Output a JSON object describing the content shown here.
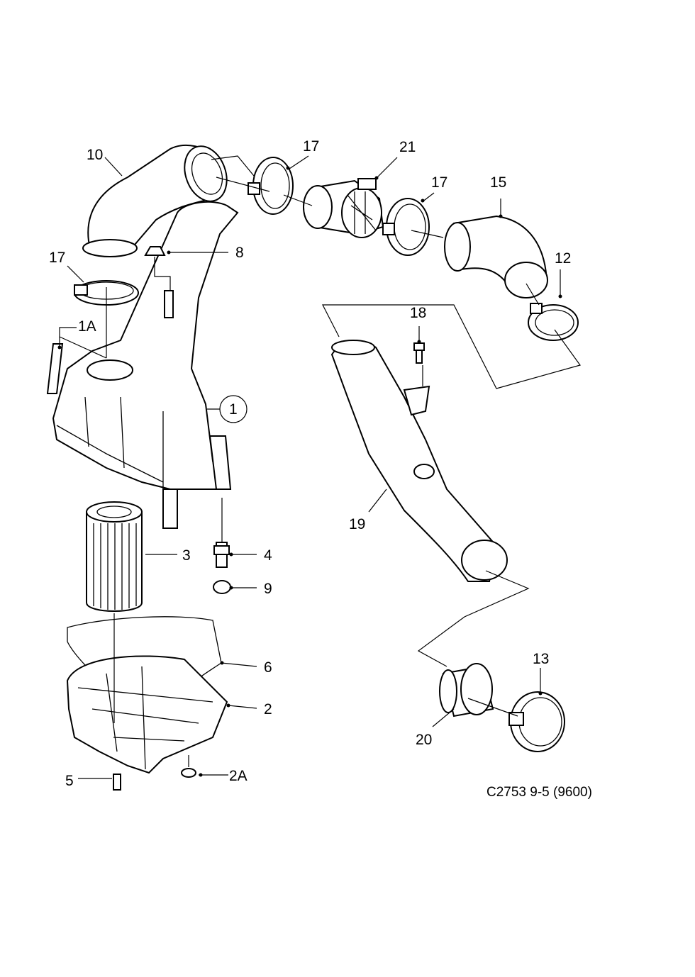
{
  "diagram": {
    "caption": "C2753 9-5 (9600)",
    "callouts": [
      {
        "id": "10",
        "label": "10"
      },
      {
        "id": "17a",
        "label": "17"
      },
      {
        "id": "21",
        "label": "21"
      },
      {
        "id": "17b",
        "label": "17"
      },
      {
        "id": "15",
        "label": "15"
      },
      {
        "id": "8",
        "label": "8"
      },
      {
        "id": "12",
        "label": "12"
      },
      {
        "id": "17c",
        "label": "17"
      },
      {
        "id": "1A",
        "label": "1A"
      },
      {
        "id": "18",
        "label": "18"
      },
      {
        "id": "1",
        "label": "1"
      },
      {
        "id": "19",
        "label": "19"
      },
      {
        "id": "3",
        "label": "3"
      },
      {
        "id": "4",
        "label": "4"
      },
      {
        "id": "9",
        "label": "9"
      },
      {
        "id": "6",
        "label": "6"
      },
      {
        "id": "13",
        "label": "13"
      },
      {
        "id": "2",
        "label": "2"
      },
      {
        "id": "20",
        "label": "20"
      },
      {
        "id": "5",
        "label": "5"
      },
      {
        "id": "2A",
        "label": "2A"
      }
    ]
  }
}
